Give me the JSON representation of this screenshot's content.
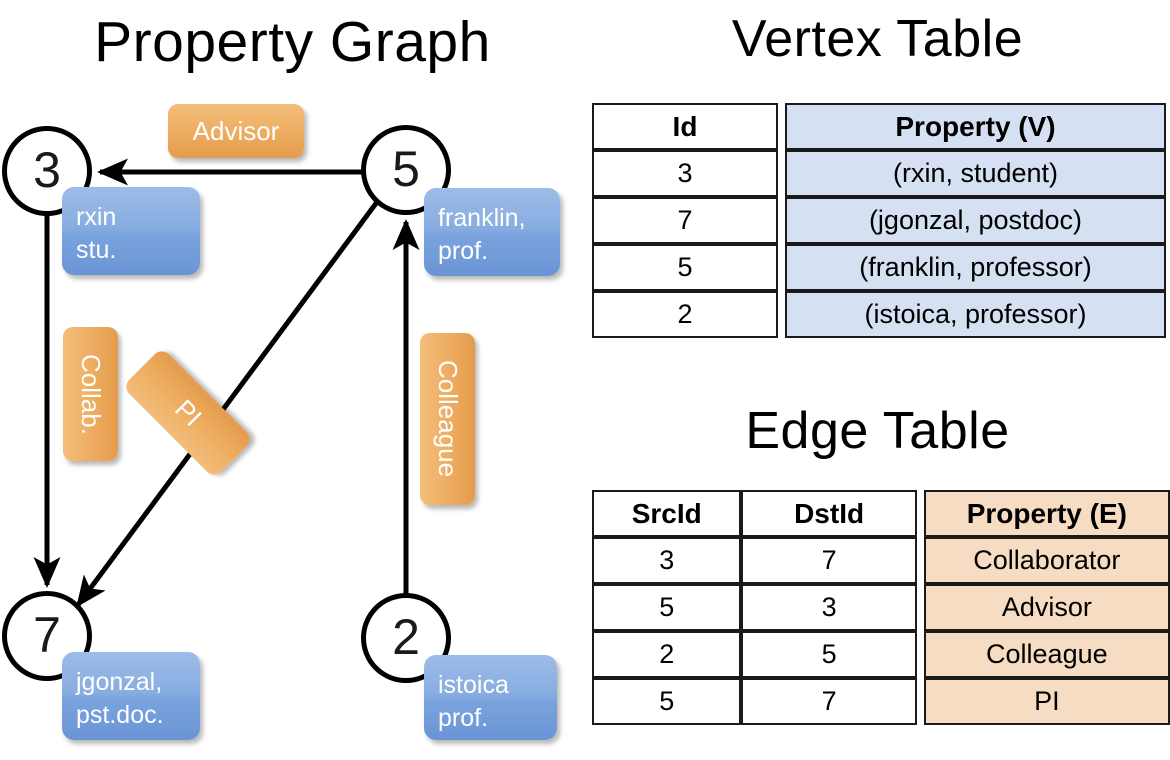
{
  "titles": {
    "property_graph": "Property Graph",
    "vertex_table": "Vertex Table",
    "edge_table": "Edge Table"
  },
  "graph": {
    "nodes": [
      {
        "id": "3",
        "property": [
          "rxin",
          "stu."
        ]
      },
      {
        "id": "5",
        "property": [
          "franklin,",
          "prof."
        ]
      },
      {
        "id": "7",
        "property": [
          "jgonzal,",
          "pst.doc."
        ]
      },
      {
        "id": "2",
        "property": [
          "istoica",
          "prof."
        ]
      }
    ],
    "edge_labels": [
      {
        "name": "advisor",
        "text": "Advisor"
      },
      {
        "name": "collab",
        "text": "Collab."
      },
      {
        "name": "pi",
        "text": "PI"
      },
      {
        "name": "colleague",
        "text": "Colleague"
      }
    ]
  },
  "vertex_table": {
    "headers": [
      "Id",
      "Property (V)"
    ],
    "rows": [
      {
        "id": "3",
        "property": "(rxin, student)"
      },
      {
        "id": "7",
        "property": "(jgonzal, postdoc)"
      },
      {
        "id": "5",
        "property": "(franklin, professor)"
      },
      {
        "id": "2",
        "property": "(istoica, professor)"
      }
    ]
  },
  "edge_table": {
    "headers": [
      "SrcId",
      "DstId",
      "Property (E)"
    ],
    "rows": [
      {
        "src": "3",
        "dst": "7",
        "property": "Collaborator"
      },
      {
        "src": "5",
        "dst": "3",
        "property": "Advisor"
      },
      {
        "src": "2",
        "dst": "5",
        "property": "Colleague"
      },
      {
        "src": "5",
        "dst": "7",
        "property": "PI"
      }
    ]
  },
  "colors": {
    "vertex_property_fill": "#d5e0f2",
    "edge_property_fill": "#f6dcc2",
    "node_property_box": "#7aa3dd",
    "edge_label_box": "#eeae62",
    "stroke": "#000000"
  }
}
